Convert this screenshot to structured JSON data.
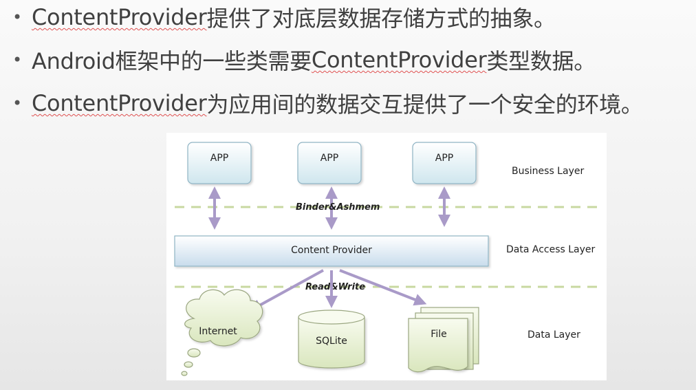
{
  "bullets": [
    {
      "term": "ContentProvider",
      "text": "提供了对底层数据存储方式的抽象。"
    },
    {
      "term": "",
      "pre": "Android框架中的一些类需要",
      "term2": "ContentProvider",
      "post": "类型数据。"
    },
    {
      "term": "ContentProvider",
      "text": "为应用间的数据交互提供了一个安全的环境。"
    }
  ],
  "diagram": {
    "apps": [
      "APP",
      "APP",
      "APP"
    ],
    "layers": {
      "business": "Business Layer",
      "data_access": "Data Access Layer",
      "data": "Data Layer"
    },
    "binder_label": "Binder&Ashmem",
    "content_provider": "Content Provider",
    "rw_label": "Read&Write",
    "stores": {
      "internet": "Internet",
      "sqlite": "SQLite",
      "file": "File"
    }
  },
  "colors": {
    "box_top": "#ffffff",
    "box_bottom": "#cfe6ee",
    "box_border": "#8fb4c4",
    "arrow": "#a99ac8",
    "dashed": "#c8d8a0",
    "store_fill": "#e6efcf",
    "store_border": "#9aa680",
    "bullet_text": "#404040"
  }
}
